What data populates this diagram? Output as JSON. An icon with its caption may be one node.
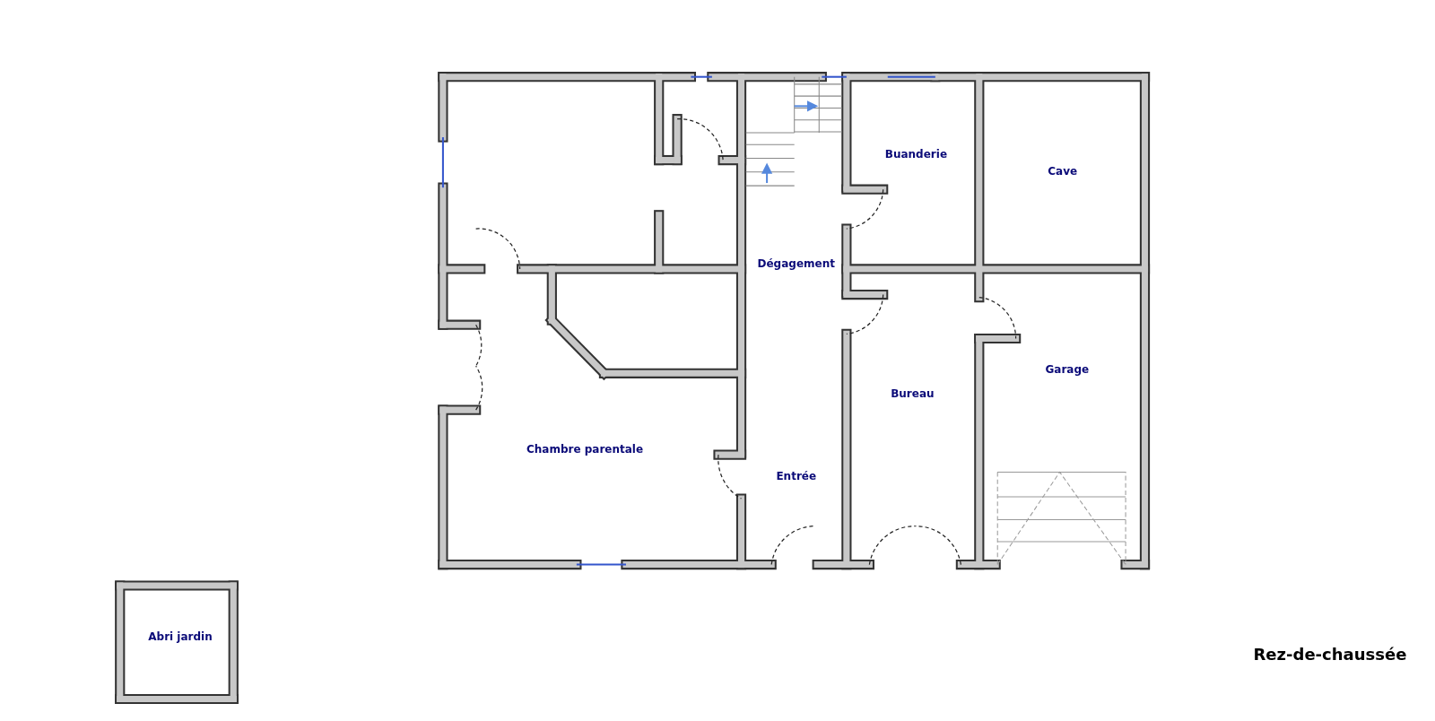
{
  "diagram": {
    "title": "Rez-de-chaussée",
    "nodes": [
      {
        "text": [
          "Buanderie"
        ]
      },
      {
        "text": [
          "Cave"
        ]
      },
      {
        "text": [
          "Dégagement"
        ]
      },
      {
        "text": [
          "Garage"
        ]
      },
      {
        "text": [
          "Bureau"
        ]
      },
      {
        "text": [
          "Chambre parentale"
        ]
      },
      {
        "text": [
          "Entrée"
        ]
      },
      {
        "text": [
          "Abri jardin"
        ]
      }
    ]
  }
}
